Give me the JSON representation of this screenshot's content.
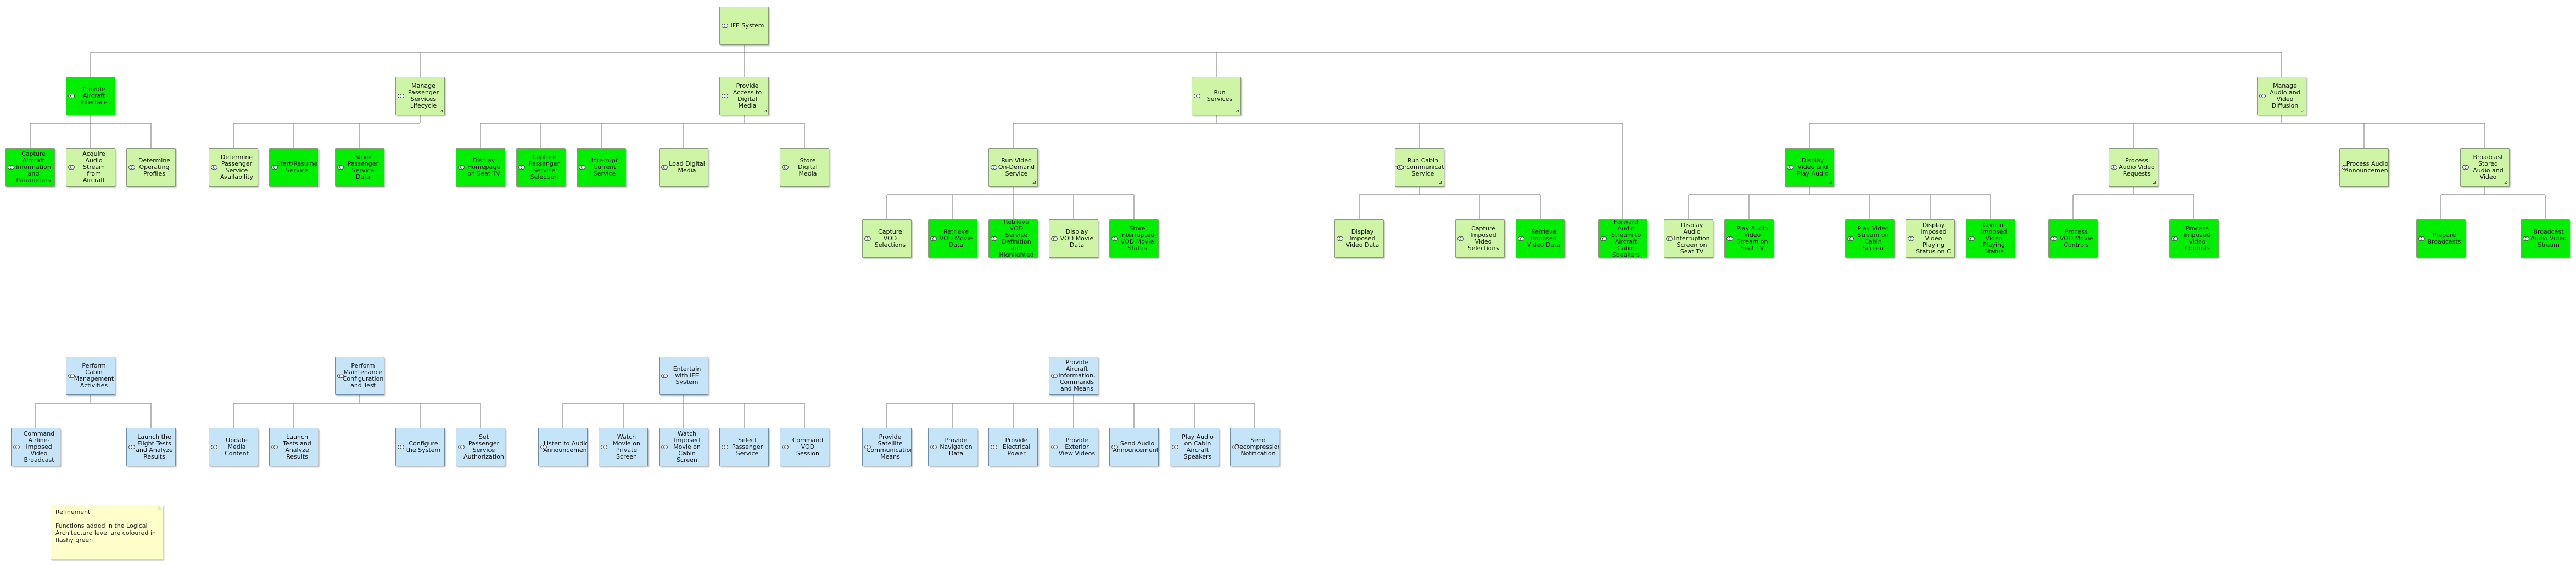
{
  "colors": {
    "existing": "#cdf5a5",
    "added": "#00ee00",
    "blue": "#c6e4f7",
    "line": "#888888"
  },
  "icons": {
    "function": "function-icon",
    "expand": "expand-icon"
  },
  "note": {
    "title": "Refinement",
    "body": "Functions added in the Logical Architecture level are coloured in flashy green"
  },
  "nodes": [
    {
      "id": "ife",
      "label": "IFE System",
      "style": "pale",
      "exp": false
    },
    {
      "id": "n1",
      "label": "Provide Aircraft Interface",
      "style": "new",
      "exp": false
    },
    {
      "id": "n2",
      "label": "Manage Passenger Services Lifecycle",
      "style": "pale",
      "exp": true
    },
    {
      "id": "n3",
      "label": "Provide Access to Digital Media",
      "style": "pale",
      "exp": true
    },
    {
      "id": "n4",
      "label": "Run Services",
      "style": "pale",
      "exp": true
    },
    {
      "id": "n5",
      "label": "Manage Audio and Video Diffusion",
      "style": "pale",
      "exp": true
    },
    {
      "id": "c11",
      "label": "Capture Aircraft Information and Parameters",
      "style": "new",
      "exp": false
    },
    {
      "id": "c12",
      "label": "Acquire Audio Stream from Aircraft",
      "style": "pale",
      "exp": false
    },
    {
      "id": "c13",
      "label": "Determine Operating Profiles",
      "style": "pale",
      "exp": false
    },
    {
      "id": "c21",
      "label": "Determine Passenger Service Availability",
      "style": "pale",
      "exp": false
    },
    {
      "id": "c22",
      "label": "Start/Resume Service",
      "style": "new",
      "exp": false
    },
    {
      "id": "c23",
      "label": "Store Passenger Service Data",
      "style": "new",
      "exp": false
    },
    {
      "id": "c31",
      "label": "Display Homepage on Seat TV",
      "style": "new",
      "exp": false
    },
    {
      "id": "c32",
      "label": "Capture Passenger Service Selection",
      "style": "new",
      "exp": false
    },
    {
      "id": "c33",
      "label": "Interrupt Current Service",
      "style": "new",
      "exp": false
    },
    {
      "id": "c34",
      "label": "Load Digital Media",
      "style": "pale",
      "exp": false
    },
    {
      "id": "c35",
      "label": "Store Digital Media",
      "style": "pale",
      "exp": false
    },
    {
      "id": "c41",
      "label": "Run Video On-Demand Service",
      "style": "pale",
      "exp": true
    },
    {
      "id": "c42",
      "label": "Run Cabin Intercommunication Service",
      "style": "pale",
      "exp": true
    },
    {
      "id": "c43",
      "label": "Forward Audio Stream to Aircraft Cabin Speakers",
      "style": "new",
      "exp": false
    },
    {
      "id": "v1",
      "label": "Capture VOD Selections",
      "style": "pale",
      "exp": false
    },
    {
      "id": "v2",
      "label": "Retrieve VOD Movie Data",
      "style": "new",
      "exp": false
    },
    {
      "id": "v3",
      "label": "Retrieve VOD Service Definition and Highlighted",
      "style": "new",
      "exp": false
    },
    {
      "id": "v4",
      "label": "Display VOD Movie Data",
      "style": "pale",
      "exp": false
    },
    {
      "id": "v5",
      "label": "Store Interrupted VOD Movie Status",
      "style": "new",
      "exp": false
    },
    {
      "id": "i1",
      "label": "Display Imposed Video Data",
      "style": "pale",
      "exp": false
    },
    {
      "id": "i2",
      "label": "Capture Imposed Video Selections",
      "style": "pale",
      "exp": false
    },
    {
      "id": "i3",
      "label": "Retrieve Imposed Video Data",
      "style": "new",
      "exp": false
    },
    {
      "id": "c51",
      "label": "Display Video and Play Audio",
      "style": "new",
      "exp": true
    },
    {
      "id": "c52",
      "label": "Process Audio Video Requests",
      "style": "pale",
      "exp": true
    },
    {
      "id": "c53",
      "label": "Process Audio Announcement",
      "style": "pale",
      "exp": false
    },
    {
      "id": "c54",
      "label": "Broadcast Stored Audio and Video",
      "style": "pale",
      "exp": true
    },
    {
      "id": "d1",
      "label": "Display Audio Interruption Screen on Seat TV",
      "style": "pale",
      "exp": false
    },
    {
      "id": "d2",
      "label": "Play Audio Video Stream on Seat TV",
      "style": "new",
      "exp": false
    },
    {
      "id": "d3",
      "label": "Play Video Stream on Cabin Screen",
      "style": "new",
      "exp": false
    },
    {
      "id": "d4",
      "label": "Display Imposed Video Playing Status on C",
      "style": "pale",
      "exp": false
    },
    {
      "id": "d5",
      "label": "Control Imposed Video Playing Status",
      "style": "new",
      "exp": false
    },
    {
      "id": "p1",
      "label": "Process VOD Movie Controls",
      "style": "new",
      "exp": false
    },
    {
      "id": "p2",
      "label": "Process Imposed Video Controls",
      "style": "new",
      "exp": false
    },
    {
      "id": "b1",
      "label": "Prepare Broadcasts",
      "style": "new",
      "exp": false
    },
    {
      "id": "b2",
      "label": "Broadcast Audio Video Stream",
      "style": "new",
      "exp": false
    },
    {
      "id": "a1",
      "label": "Perform Cabin Management Activities",
      "style": "blue",
      "exp": false
    },
    {
      "id": "a11",
      "label": "Command Airline-Imposed Video Broadcast",
      "style": "blue",
      "exp": false
    },
    {
      "id": "a12",
      "label": "Launch the Flight Tests and Analyze Results",
      "style": "blue",
      "exp": false
    },
    {
      "id": "a2",
      "label": "Perform Maintenance Configuration and Test",
      "style": "blue",
      "exp": false
    },
    {
      "id": "a21",
      "label": "Update Media Content",
      "style": "blue",
      "exp": false
    },
    {
      "id": "a22",
      "label": "Launch Tests and Analyze Results",
      "style": "blue",
      "exp": false
    },
    {
      "id": "a23",
      "label": "Configure the System",
      "style": "blue",
      "exp": false
    },
    {
      "id": "a24",
      "label": "Set Passenger Service Authorization",
      "style": "blue",
      "exp": false
    },
    {
      "id": "a3",
      "label": "Entertain with IFE System",
      "style": "blue",
      "exp": false
    },
    {
      "id": "a31",
      "label": "Listen to Audio Announcement",
      "style": "blue",
      "exp": false
    },
    {
      "id": "a32",
      "label": "Watch Movie on Private Screen",
      "style": "blue",
      "exp": false
    },
    {
      "id": "a33",
      "label": "Watch Imposed Movie on Cabin Screen",
      "style": "blue",
      "exp": false
    },
    {
      "id": "a34",
      "label": "Select Passenger Service",
      "style": "blue",
      "exp": false
    },
    {
      "id": "a35",
      "label": "Command VOD Session",
      "style": "blue",
      "exp": false
    },
    {
      "id": "a4",
      "label": "Provide Aircraft Information, Commands and Means",
      "style": "blue",
      "exp": false
    },
    {
      "id": "a41",
      "label": "Provide Satellite Communication Means",
      "style": "blue",
      "exp": false
    },
    {
      "id": "a42",
      "label": "Provide Navigation Data",
      "style": "blue",
      "exp": false
    },
    {
      "id": "a43",
      "label": "Provide Electrical Power",
      "style": "blue",
      "exp": false
    },
    {
      "id": "a44",
      "label": "Provide Exterior View Videos",
      "style": "blue",
      "exp": false
    },
    {
      "id": "a45",
      "label": "Send Audio Announcements",
      "style": "blue",
      "exp": false
    },
    {
      "id": "a46",
      "label": "Play Audio on Cabin Aircraft Speakers",
      "style": "blue",
      "exp": false
    },
    {
      "id": "a47",
      "label": "Send Decompression Notification",
      "style": "blue",
      "exp": false
    }
  ]
}
